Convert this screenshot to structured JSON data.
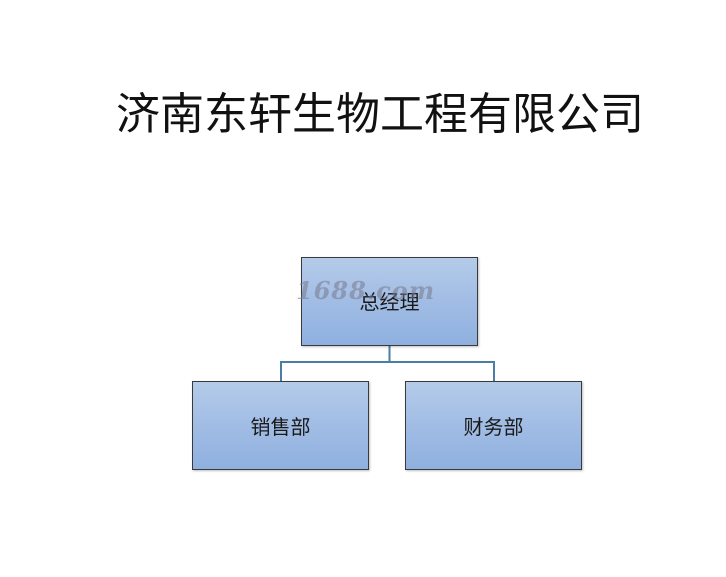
{
  "title": "济南东轩生物工程有限公司",
  "org_chart": {
    "root": "总经理",
    "children": [
      "销售部",
      "财务部"
    ]
  },
  "watermark": "1688.com",
  "colors": {
    "node_fill_top": "#b4cbe9",
    "node_fill_bottom": "#8fb0df",
    "connector": "#4a7ea3"
  }
}
